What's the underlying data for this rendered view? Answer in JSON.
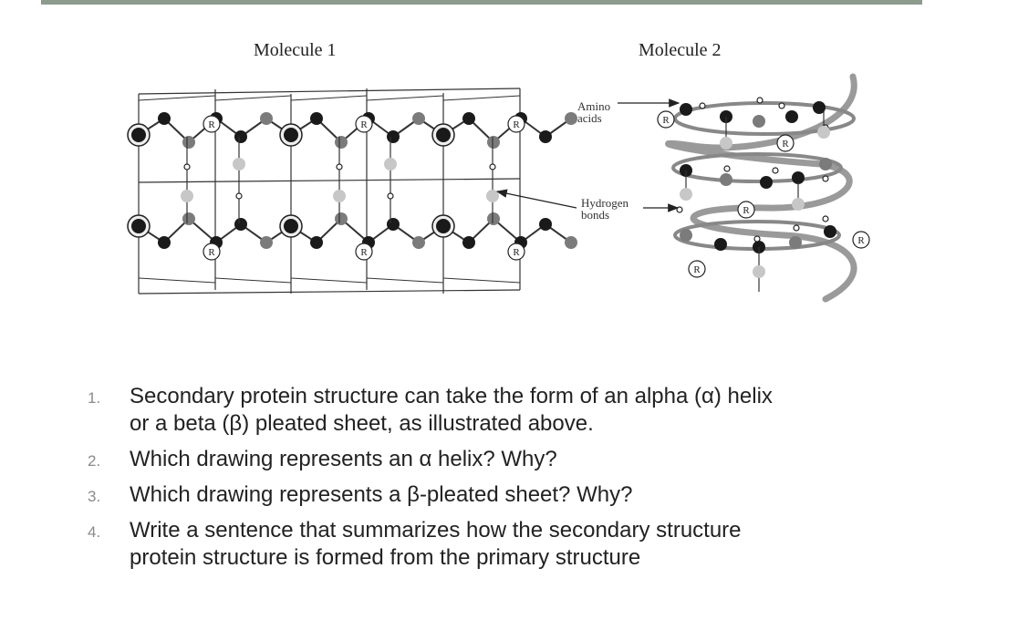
{
  "diagram": {
    "molecule1_title": "Molecule 1",
    "molecule2_title": "Molecule 2",
    "label_amino_line1": "Amino",
    "label_amino_line2": "acids",
    "label_hbond_line1": "Hydrogen",
    "label_hbond_line2": "bonds",
    "r_group_label": "R"
  },
  "questions": [
    {
      "num": "1.",
      "line1": "Secondary protein structure can take the form of an alpha (α) helix",
      "line2": "or a beta (β) pleated sheet, as illustrated above."
    },
    {
      "num": "2.",
      "line1": "Which drawing represents an α helix?  Why?"
    },
    {
      "num": "3.",
      "line1": "Which drawing represents a β-pleated sheet?  Why?"
    },
    {
      "num": "4.",
      "line1": "Write a sentence that summarizes how the secondary structure",
      "line2": "protein structure is formed from the primary structure"
    }
  ]
}
